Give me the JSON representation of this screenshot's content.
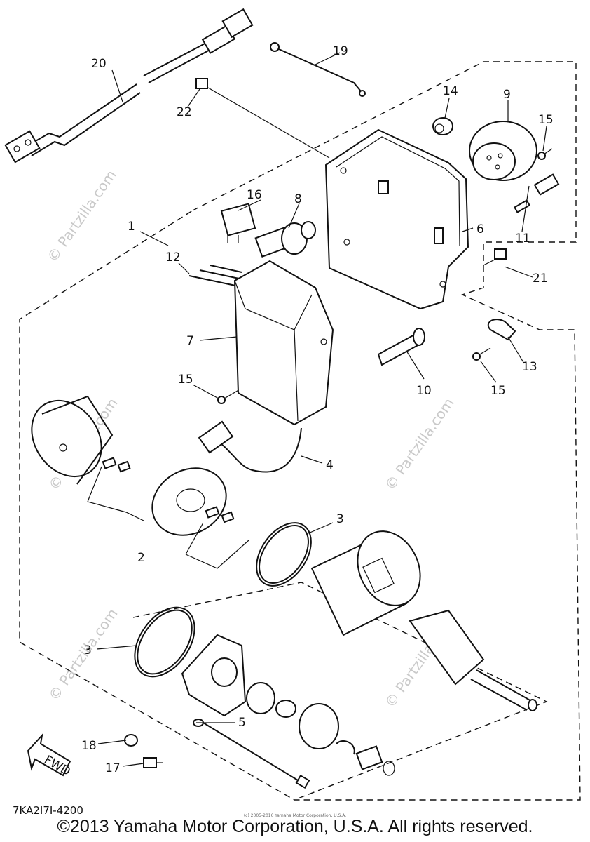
{
  "diagram": {
    "watermark": "© Partzilla.com",
    "callouts": [
      "1",
      "2",
      "3",
      "3",
      "4",
      "5",
      "6",
      "7",
      "8",
      "9",
      "10",
      "11",
      "12",
      "13",
      "14",
      "15",
      "15",
      "15",
      "16",
      "17",
      "18",
      "19",
      "20",
      "21",
      "22"
    ],
    "arrow_label": "FWD",
    "diagram_code": "7KA2I7I-4200",
    "small_note": "(c) 2005-2016 Yamaha Motor Corporation, U.S.A.",
    "copyright": "©2013 Yamaha Motor Corporation, U.S.A. All rights reserved."
  }
}
